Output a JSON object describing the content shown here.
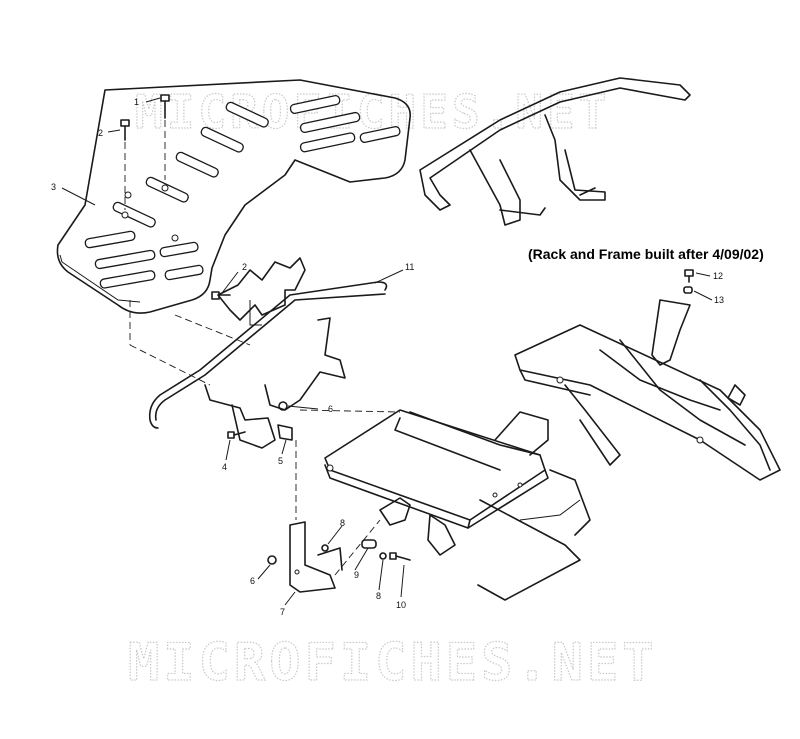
{
  "watermark": {
    "text": "MICROFICHES.NET"
  },
  "note": "(Rack and Frame built after 4/09/02)",
  "callouts": [
    "1",
    "2",
    "3",
    "2",
    "11",
    "4",
    "6",
    "5",
    "8",
    "6",
    "9",
    "8",
    "10",
    "7",
    "12",
    "13"
  ]
}
